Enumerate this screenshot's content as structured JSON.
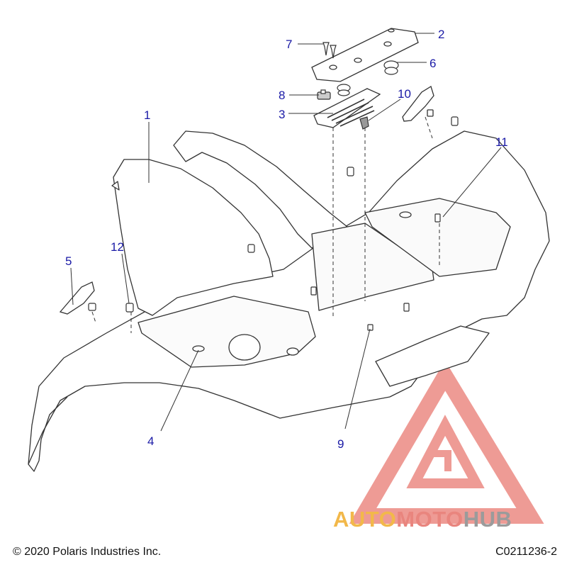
{
  "diagram": {
    "callouts": [
      "1",
      "2",
      "3",
      "4",
      "5",
      "6",
      "7",
      "8",
      "9",
      "10",
      "11",
      "12"
    ],
    "copyright": "© 2020 Polaris Industries Inc.",
    "drawing_number": "C0211236-2"
  },
  "watermark": {
    "part1": "AUTO",
    "part2": "MOTO",
    "part3": "HUB",
    "color1": "#f2b84a",
    "color2": "#e9857e",
    "color3": "#9b9b9b"
  },
  "colors": {
    "callout": "#1a1aa6",
    "line": "#333333"
  }
}
